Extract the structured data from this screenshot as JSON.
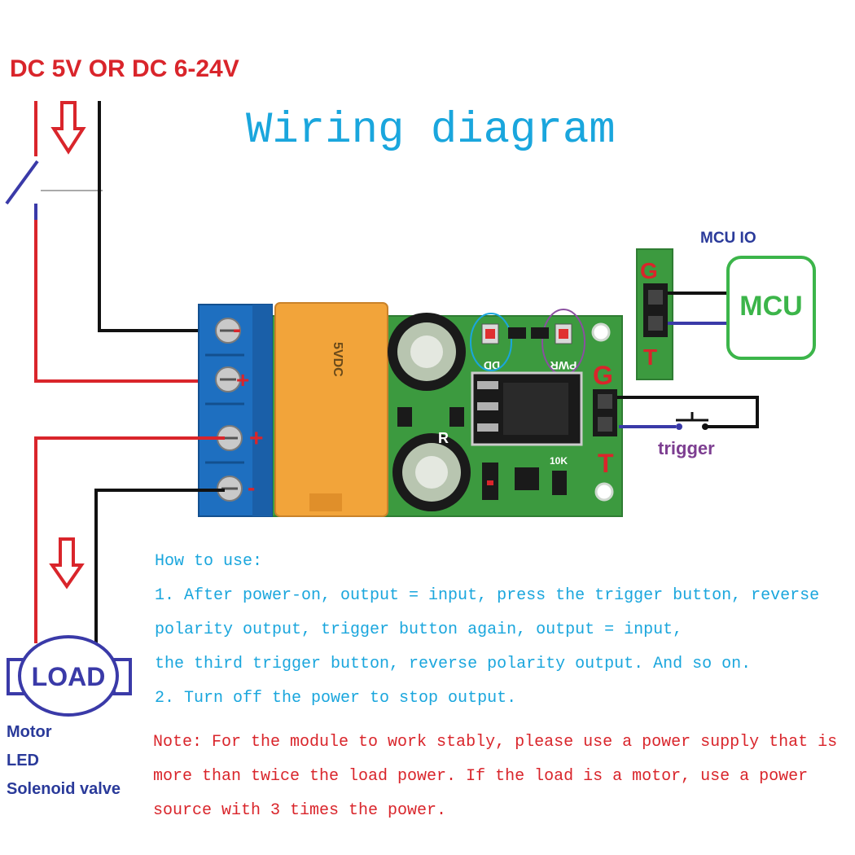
{
  "header": {
    "power_label": "DC 5V OR DC 6-24V",
    "title": "Wiring diagram"
  },
  "mcu": {
    "io_label": "MCU IO",
    "box_label": "MCU",
    "pin_g": "G",
    "pin_t": "T"
  },
  "board": {
    "pin_g": "G",
    "pin_t": "T",
    "led_dd": "DD",
    "led_pwr": "PWR",
    "resistor": "10K",
    "relay_marking": "5VDC",
    "cap_marking": "R"
  },
  "terminals": {
    "input_minus": "-",
    "input_plus": "+",
    "output_plus": "+",
    "output_minus": "-"
  },
  "trigger": {
    "label": "trigger"
  },
  "load": {
    "label": "LOAD",
    "kinds": [
      "Motor",
      "LED",
      "Solenoid valve"
    ]
  },
  "instructions": {
    "heading": "How to use:",
    "lines": [
      "1. After power-on, output = input, press the trigger button, reverse",
      "polarity output, trigger button again, output = input,",
      "the third trigger button, reverse polarity output. And so on.",
      "2. Turn off the power to stop output."
    ]
  },
  "note": {
    "lines": [
      "Note: For the module to work stably, please use a power supply that is",
      "more than twice the load power. If the load is a motor, use a power",
      "source with 3 times the power."
    ]
  },
  "colors": {
    "positive_wire": "#d9252b",
    "negative_wire": "#111111",
    "signal_wire": "#3a3aa8",
    "pcb": "#3c9a3f",
    "terminal_block": "#1e6fc0",
    "relay": "#f2a43a",
    "mcu_box": "#3cb54a",
    "title": "#1aa6dd"
  },
  "icons": [
    "down-arrow-icon",
    "switch-icon",
    "push-button-icon",
    "load-icon"
  ]
}
